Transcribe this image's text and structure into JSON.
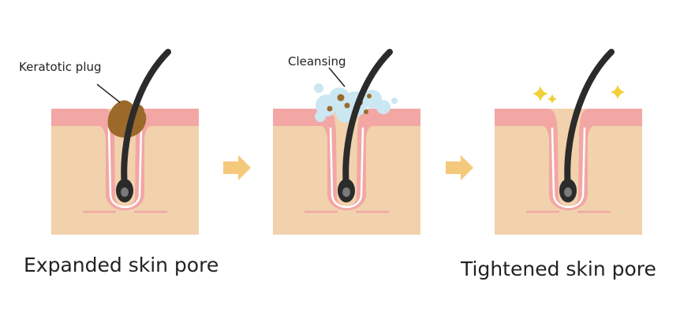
{
  "labels": {
    "keratotic_plug": "Keratotic plug",
    "cleansing": "Cleansing",
    "expanded": "Expanded skin pore",
    "tightened": "Tightened skin pore"
  },
  "colors": {
    "skin": "#f1d2ad",
    "epidermis": "#f2a7a5",
    "inner_line": "#ffffff",
    "hair": "#2b2b2b",
    "bulb": "#7a7a7a",
    "plug": "#9b6a2a",
    "foam": "#cbe7f2",
    "arrow": "#f5c97c",
    "sparkle": "#f3cf3a"
  }
}
